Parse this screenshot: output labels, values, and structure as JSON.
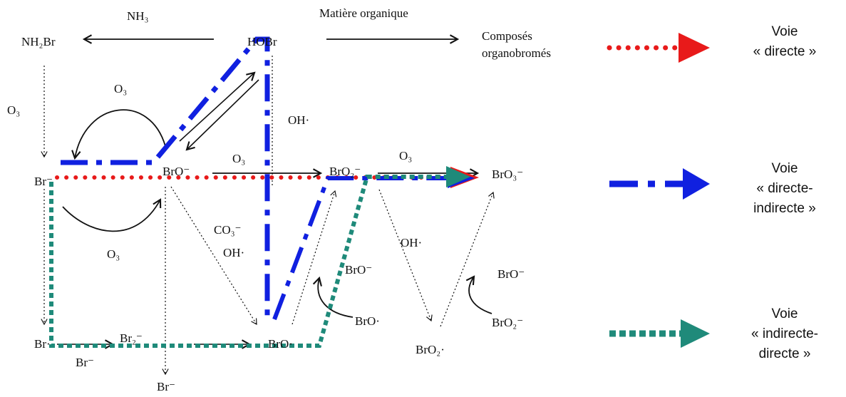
{
  "colors": {
    "direct": "#e81a1a",
    "direct_indirect": "#1020e0",
    "indirect_direct": "#1f8a7a",
    "ink": "#111111"
  },
  "species": {
    "nh2br": "NH₂Br",
    "hobr": "HOBr",
    "composes_line1": "Composés",
    "composes_line2": "organobromés",
    "br_minus": "Br⁻",
    "bro_minus": "BrO⁻",
    "bro2_minus": "BrO₂⁻",
    "bro3_minus": "BrO₃⁻",
    "br_radical": "Br·",
    "br2_minus": "Br₂⁻",
    "bro_radical": "BrO·",
    "bro2_radical": "BrO₂·"
  },
  "reagents": {
    "nh3": "NH₃",
    "matiere": "Matière organique",
    "o3": "O₃",
    "oh_radical": "OH·",
    "co3_minus": "CO₃⁻",
    "bro_radical": "BrO·"
  },
  "legend": {
    "direct": [
      "Voie",
      "« directe »"
    ],
    "direct_indirect": [
      "Voie",
      "« directe-",
      "indirecte »"
    ],
    "indirect_direct": [
      "Voie",
      "« indirecte-",
      "directe »"
    ]
  }
}
